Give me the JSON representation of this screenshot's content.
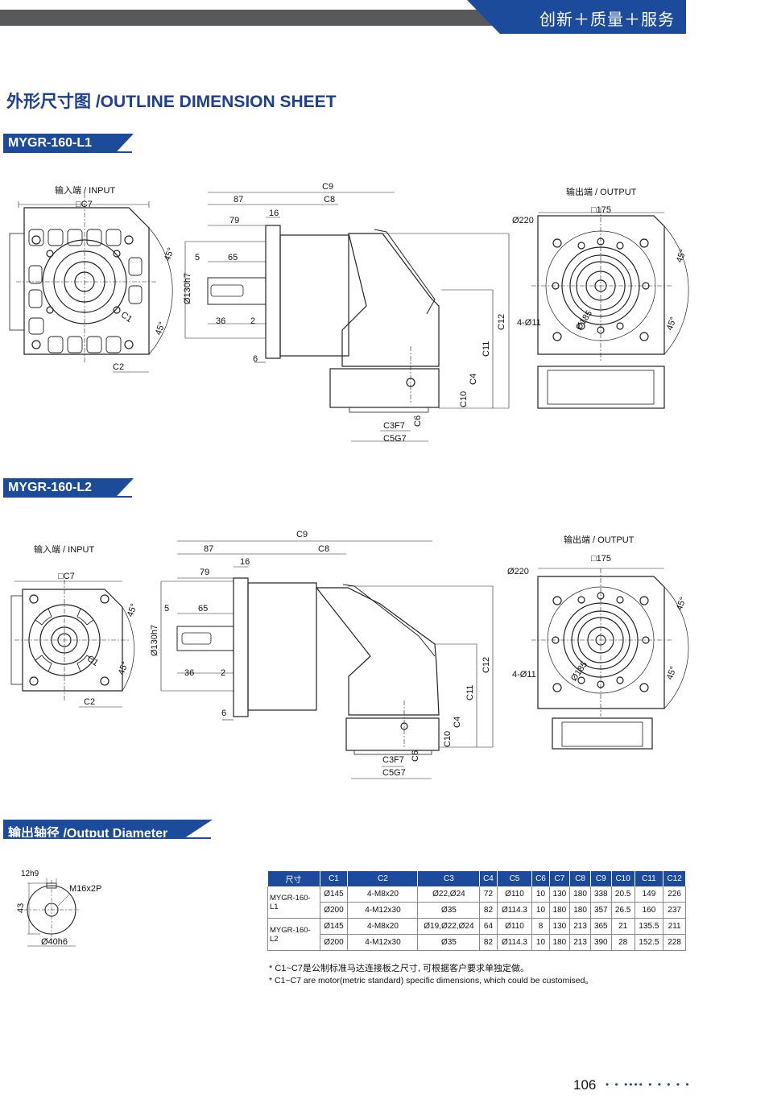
{
  "header": {
    "slogan": "创新＋质量＋服务"
  },
  "page_title": "外形尺寸图 /OUTLINE DIMENSION SHEET",
  "sections": [
    {
      "model": "MYGR-160-L1",
      "input_label": "输入端 / INPUT",
      "output_label": "输出端 / OUTPUT",
      "dims": {
        "c7": "□C7",
        "c9": "C9",
        "c8": "C8",
        "d87": "87",
        "d16": "16",
        "d79": "79",
        "d5": "5",
        "d65": "65",
        "d130": "Ø130h7",
        "d36": "36",
        "d2": "2",
        "d6": "6",
        "c1": "C1",
        "c2": "C2",
        "a45a": "45°",
        "a45b": "45°",
        "c12": "C12",
        "c11": "C11",
        "c4": "C4",
        "c10": "C10",
        "c6": "C6",
        "c3": "C3F7",
        "c5": "C5G7",
        "sq175": "□175",
        "d220": "Ø220",
        "h411": "4-Ø11",
        "d185": "Ø185",
        "a45c": "45°",
        "a45d": "45°"
      }
    },
    {
      "model": "MYGR-160-L2",
      "input_label": "输入端 / INPUT",
      "output_label": "输出端 / OUTPUT",
      "dims": {
        "c7": "□C7",
        "c9": "C9",
        "c8": "C8",
        "d87": "87",
        "d16": "16",
        "d79": "79",
        "d5": "5",
        "d65": "65",
        "d130": "Ø130h7",
        "d36": "36",
        "d2": "2",
        "d6": "6",
        "c1": "C1",
        "c2": "C2",
        "a45a": "45°",
        "a45b": "45°",
        "c12": "C12",
        "c11": "C11",
        "c4": "C4",
        "c10": "C10",
        "c6": "C6",
        "c3": "C3F7",
        "c5": "C5G7",
        "sq175": "□175",
        "d220": "Ø220",
        "h411": "4-Ø11",
        "d185": "Ø185",
        "a45c": "45°",
        "a45d": "45°"
      }
    }
  ],
  "output_diameter": {
    "title": "输出轴径 /Output Diameter",
    "dims": {
      "key": "12h9",
      "thread": "M16x2P",
      "height": "43",
      "dia": "Ø40h6"
    }
  },
  "table": {
    "headers": [
      "尺寸",
      "C1",
      "C2",
      "C3",
      "C4",
      "C5",
      "C6",
      "C7",
      "C8",
      "C9",
      "C10",
      "C11",
      "C12"
    ],
    "rows": [
      {
        "model": "MYGR-160-L1",
        "cells": [
          "Ø145",
          "4-M8x20",
          "Ø22,Ø24",
          "72",
          "Ø110",
          "10",
          "130",
          "180",
          "338",
          "20.5",
          "149",
          "226"
        ]
      },
      {
        "model": "",
        "cells": [
          "Ø200",
          "4-M12x30",
          "Ø35",
          "82",
          "Ø114.3",
          "10",
          "180",
          "180",
          "357",
          "26.5",
          "160",
          "237"
        ]
      },
      {
        "model": "MYGR-160-L2",
        "cells": [
          "Ø145",
          "4-M8x20",
          "Ø19,Ø22,Ø24",
          "64",
          "Ø110",
          "8",
          "130",
          "213",
          "365",
          "21",
          "135.5",
          "211"
        ]
      },
      {
        "model": "",
        "cells": [
          "Ø200",
          "4-M12x30",
          "Ø35",
          "82",
          "Ø114.3",
          "10",
          "180",
          "213",
          "390",
          "28",
          "152.5",
          "228"
        ]
      }
    ],
    "note_cn": "* C1~C7是公制标准马达连接板之尺寸, 可根据客户要求单独定做。",
    "note_en": "* C1~C7 are motor(metric standard) specific dimensions, which could be customised。"
  },
  "footer": {
    "page_number": "106",
    "dots": "• • •••• • • • • •"
  },
  "colors": {
    "brand": "#1c4b9c",
    "bar": "#58595b"
  }
}
